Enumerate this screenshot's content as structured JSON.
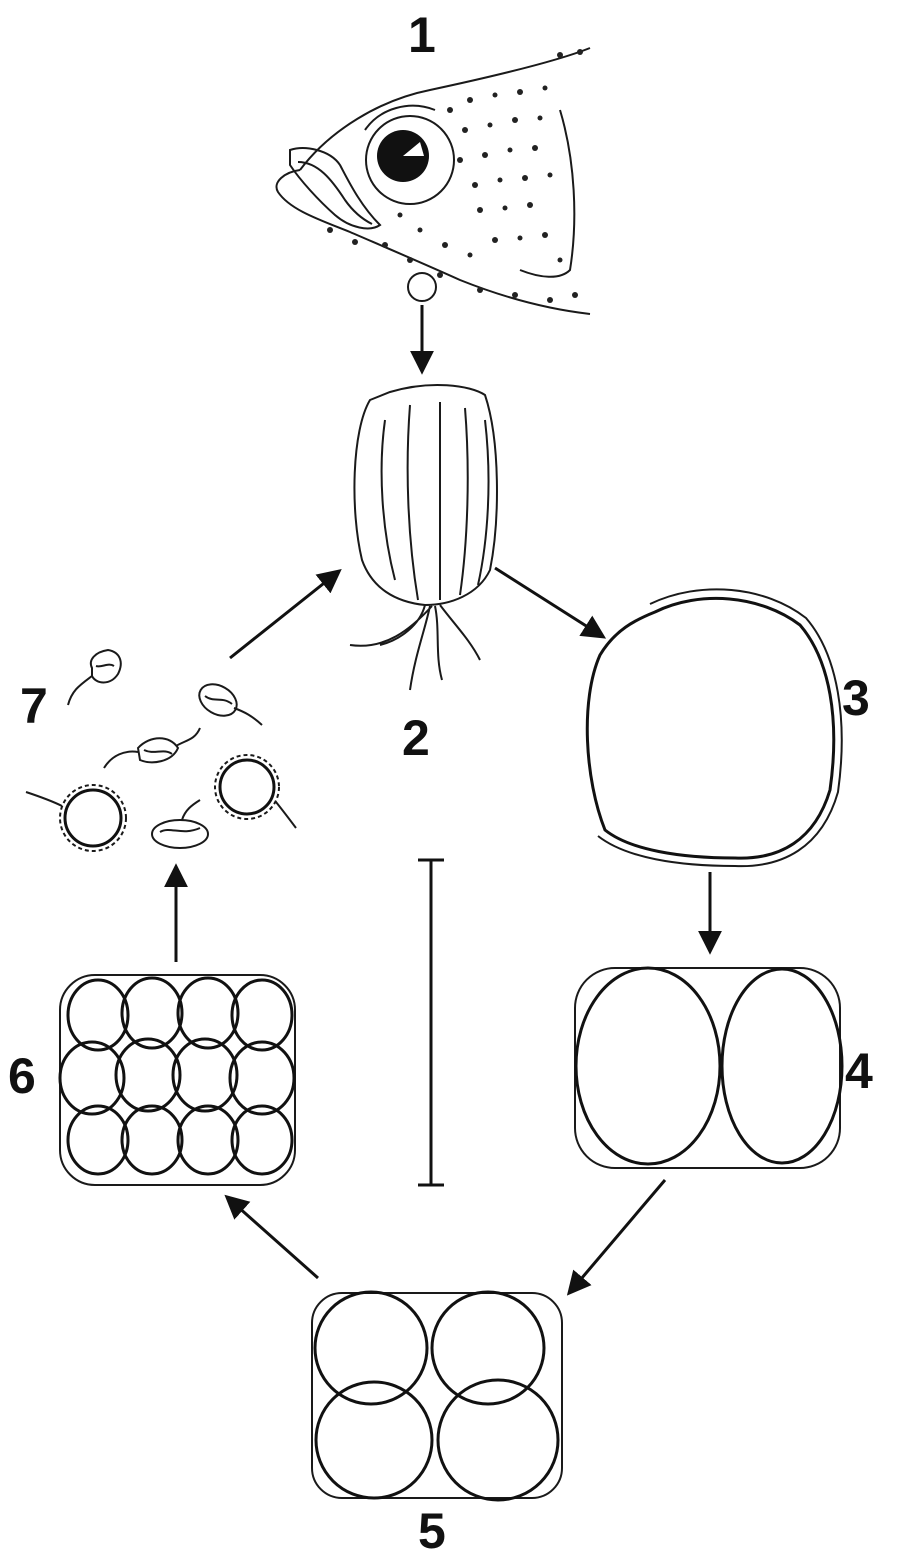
{
  "stages": [
    {
      "id": "1",
      "label": "1"
    },
    {
      "id": "2",
      "label": "2"
    },
    {
      "id": "3",
      "label": "3"
    },
    {
      "id": "4",
      "label": "4"
    },
    {
      "id": "5",
      "label": "5"
    },
    {
      "id": "6",
      "label": "6"
    },
    {
      "id": "7",
      "label": "7"
    }
  ]
}
